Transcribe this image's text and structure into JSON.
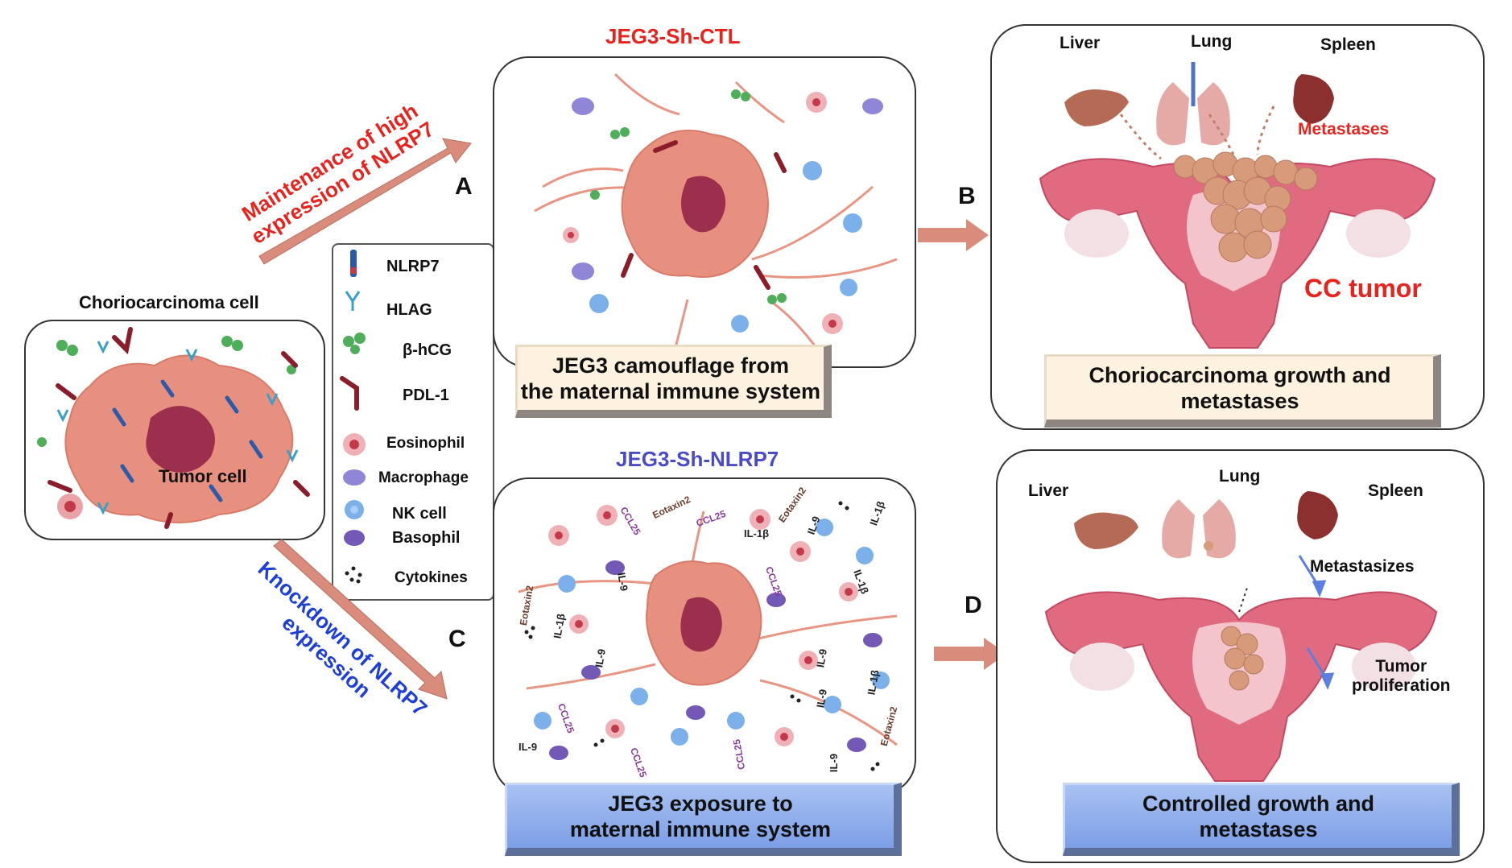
{
  "left": {
    "title": "Choriocarcinoma cell",
    "cell_label": "Tumor cell"
  },
  "legend": {
    "items": [
      {
        "label": "NLRP7",
        "icon": "nlrp7-icon"
      },
      {
        "label": "HLAG",
        "icon": "hlag-icon"
      },
      {
        "label": "β-hCG",
        "icon": "bhcg-icon"
      },
      {
        "label": "PDL-1",
        "icon": "pdl1-icon"
      },
      {
        "label": "Eosinophil",
        "icon": "eosinophil-icon"
      },
      {
        "label": "Macrophage",
        "icon": "macrophage-icon"
      },
      {
        "label": "NK cell",
        "icon": "nk-cell-icon"
      },
      {
        "label": "Basophil",
        "icon": "basophil-icon"
      },
      {
        "label": "Cytokines",
        "icon": "cytokines-icon"
      }
    ]
  },
  "arrows": {
    "upper_text": "Maintenance of high expression of NLRP7",
    "upper_line1": "Maintenance of high",
    "upper_line2": "expression of NLRP7",
    "lower_line1": "Knockdown of NLRP7",
    "lower_line2": "expression",
    "letter_a": "A",
    "letter_b": "B",
    "letter_c": "C",
    "letter_d": "D"
  },
  "top_middle": {
    "title": "JEG3-Sh-CTL",
    "banner_line1": "JEG3 camouflage from",
    "banner_line2": "the maternal immune system"
  },
  "bottom_middle": {
    "title": "JEG3-Sh-NLRP7",
    "banner_line1": "JEG3 exposure to",
    "banner_line2": "maternal immune system",
    "cell_annotations": [
      "Eotaxin2",
      "CCL25",
      "Eotaxin2",
      "CCL25",
      "IL-1β",
      "IL-9",
      "IL-1β",
      "CCL25",
      "IL-9",
      "IL-1β",
      "IL-9",
      "Eotaxin2",
      "IL-1β",
      "IL-9",
      "CCL25",
      "CCL25",
      "IL-9",
      "IL-9",
      "IL-1β",
      "Eotaxin2",
      "IL-9",
      "CCL25"
    ]
  },
  "top_right": {
    "organs": [
      "Liver",
      "Lung",
      "Spleen"
    ],
    "metastases": "Metastases",
    "tumor": "CC tumor",
    "banner_line1": "Choriocarcinoma growth and",
    "banner_line2": "metastases"
  },
  "bottom_right": {
    "organs": [
      "Liver",
      "Lung",
      "Spleen"
    ],
    "metastasizes": "Metastasizes",
    "tumor_line1": "Tumor",
    "tumor_line2": "proliferation",
    "banner_line1": "Controlled growth and",
    "banner_line2": "metastases"
  },
  "colors": {
    "red_title": "#e8231e",
    "blue_title": "#4b4bc8",
    "blue_text": "#1d3fd8",
    "arrow": "#d98c7c",
    "tumor": "#e8907f",
    "nucleus": "#9c2f4e"
  }
}
